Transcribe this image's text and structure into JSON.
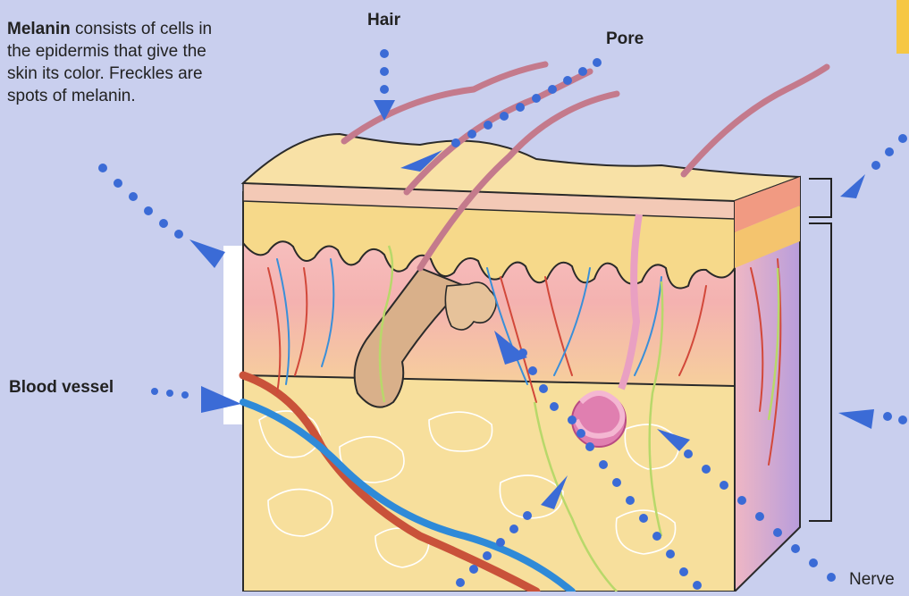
{
  "melanin_note": {
    "term": "Melanin",
    "text": " consists of cells in the epidermis that give the skin its color. Freckles are spots of melanin."
  },
  "labels": {
    "hair": "Hair",
    "pore": "Pore",
    "blood_vessel": "Blood vessel",
    "nerve": "Nerve"
  },
  "colors": {
    "background": "#c9cfee",
    "pointer_dots": "#3b6bd6",
    "epidermis": "#f5d98a",
    "dermis": "#f3b6b0",
    "subcutaneous": "#f6dd96",
    "side_face": "#c9a6e2",
    "artery": "#c9523a",
    "vein": "#2f8ad8",
    "nerve_fiber": "#b8d86a"
  }
}
